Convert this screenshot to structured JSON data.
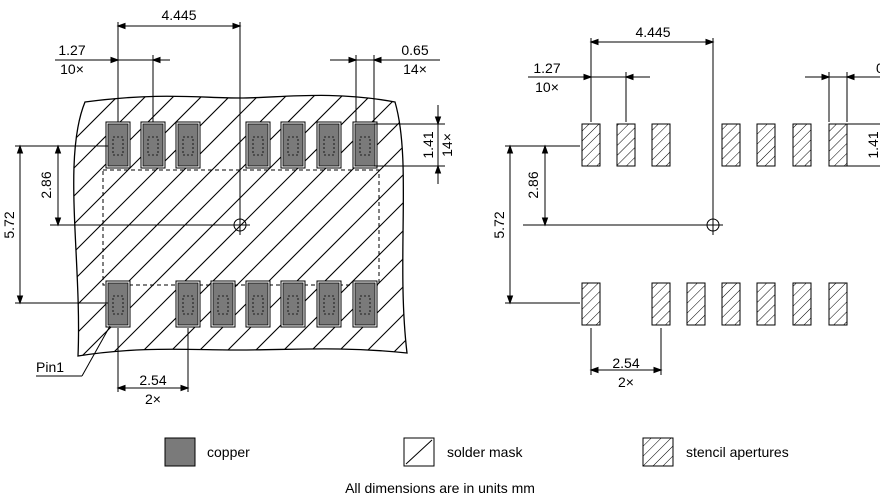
{
  "left_view": {
    "dim_span": "4.445",
    "dim_pitch": "1.27",
    "dim_pitch_count": "10×",
    "dim_pad_width": "0.65",
    "dim_pad_width_count": "14×",
    "dim_pad_height": "1.41",
    "dim_pad_height_count": "14×",
    "dim_half_row": "2.86",
    "dim_row_span": "5.72",
    "dim_gap": "2.54",
    "dim_gap_count": "2×",
    "pin1_label": "Pin1"
  },
  "right_view": {
    "dim_span": "4.445",
    "dim_pitch": "1.27",
    "dim_pitch_count": "10×",
    "dim_pad_width_partial": "0",
    "dim_pad_height_partial": "1.41",
    "dim_half_row": "2.86",
    "dim_row_span": "5.72",
    "dim_gap": "2.54",
    "dim_gap_count": "2×"
  },
  "legend": {
    "copper": "copper",
    "solder_mask": "solder mask",
    "stencil": "stencil apertures"
  },
  "colors": {
    "copper": "#7a7a7a",
    "line": "#000000"
  },
  "footer": "All dimensions are in units mm"
}
